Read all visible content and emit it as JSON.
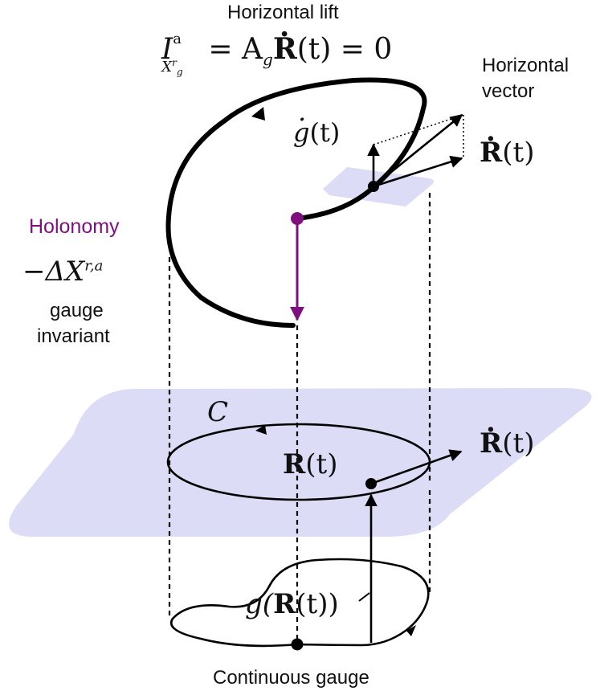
{
  "labels": {
    "horizontal_lift": "Horizontal lift",
    "lift_equation": {
      "I": "I",
      "sup_a": "a",
      "sub_X": "X",
      "sub_X_sup": "r",
      "sub_X_sub": "g",
      "rhs": "= A",
      "rhs_sub": "g",
      "R": "R",
      "t_zero": "(t) = 0"
    },
    "horizontal_vector_1": "Horizontal",
    "horizontal_vector_2": "vector",
    "gdot": {
      "g": "g",
      "t": "(t)"
    },
    "Rdot_top": {
      "R": "R",
      "t": "(t)"
    },
    "holonomy": "Holonomy",
    "delta_x": {
      "minus_delta": "−ΔX",
      "sup": "r,a"
    },
    "gauge_invariant_1": "gauge",
    "gauge_invariant_2": "invariant",
    "C": "C",
    "R_of_t": {
      "R": "R",
      "t": "(t)"
    },
    "Rdot_bottom": {
      "R": "R",
      "t": "(t)"
    },
    "g_of_R": {
      "g": "g(",
      "R": "R",
      "t": "(t))"
    },
    "continuous_gauge": "Continuous gauge"
  },
  "colors": {
    "plane_fill": "#dcdcf7",
    "holonomy": "#7f0f7f",
    "line": "#000000"
  },
  "icons": [
    "dot-marker",
    "arrow-head"
  ]
}
